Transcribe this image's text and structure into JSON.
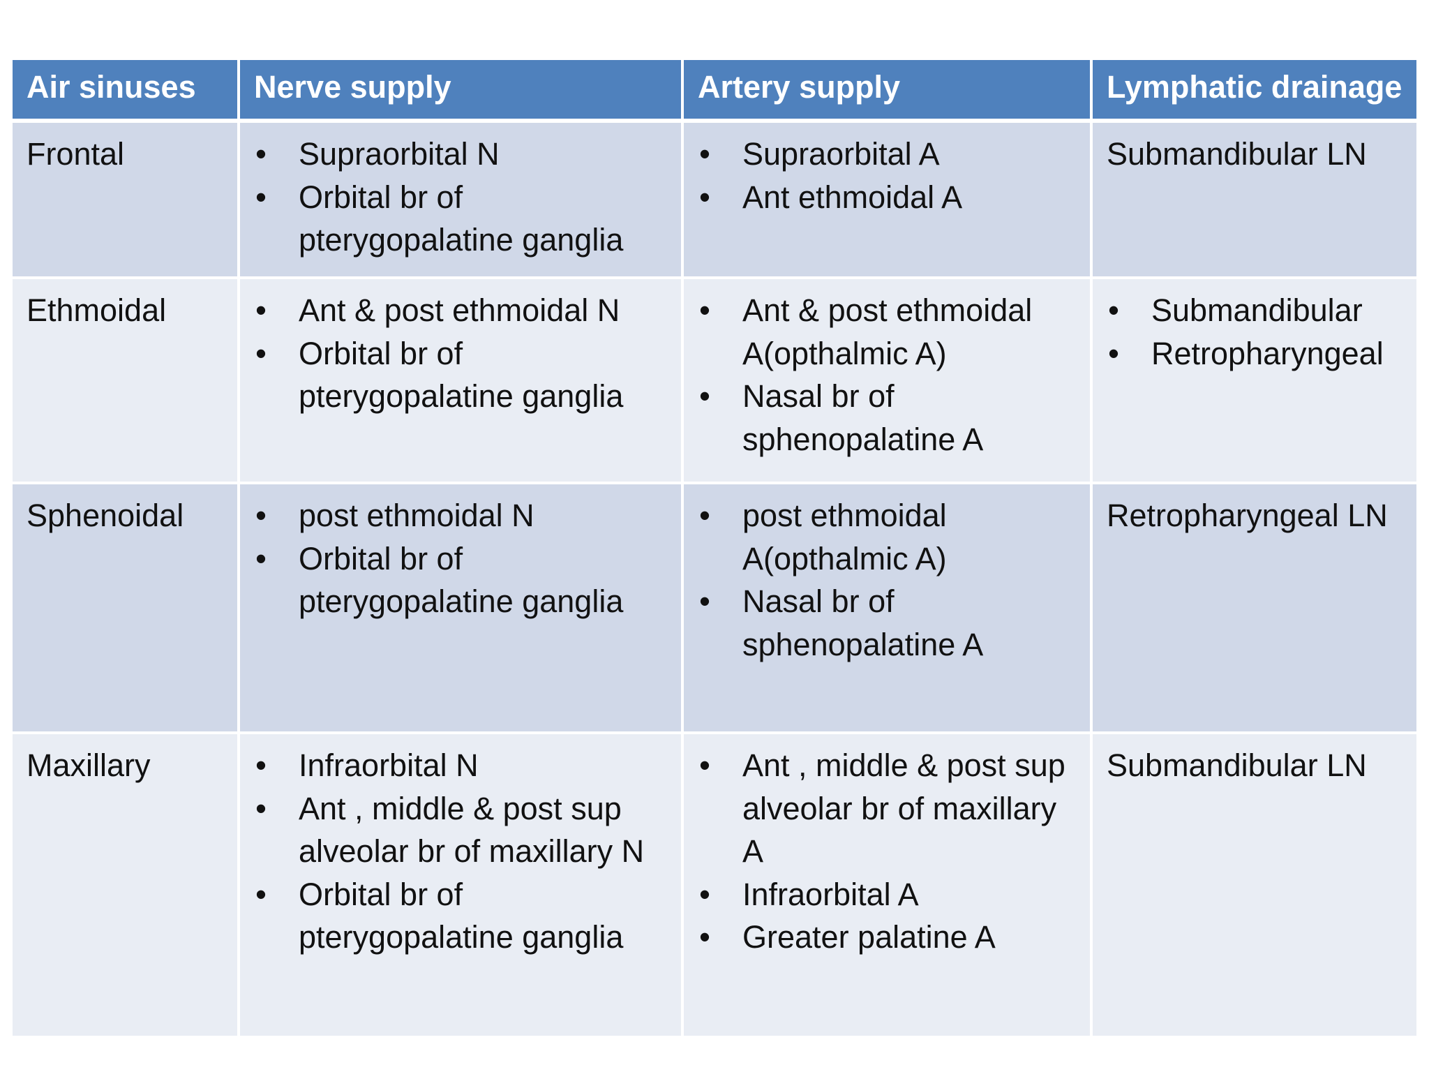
{
  "header": {
    "col1": "Air sinuses",
    "col2": "Nerve supply",
    "col3": "Artery  supply",
    "col4": "Lymphatic drainage"
  },
  "rows": [
    {
      "sinus": "Frontal",
      "nerve": [
        "Supraorbital N",
        "Orbital br of pterygopalatine ganglia"
      ],
      "artery": [
        "Supraorbital A",
        "Ant ethmoidal A"
      ],
      "lymph_text": "Submandibular LN",
      "lymph": []
    },
    {
      "sinus": "Ethmoidal",
      "nerve": [
        "Ant & post ethmoidal N",
        "Orbital br of pterygopalatine ganglia"
      ],
      "artery": [
        "Ant & post ethmoidal A(opthalmic A)",
        "Nasal br of sphenopalatine A"
      ],
      "lymph_text": "",
      "lymph": [
        "Submandibular",
        "Retropharyngeal"
      ]
    },
    {
      "sinus": "Sphenoidal",
      "nerve": [
        "post ethmoidal N",
        "Orbital br of pterygopalatine ganglia"
      ],
      "artery": [
        "post ethmoidal A(opthalmic A)",
        "Nasal br of sphenopalatine A"
      ],
      "lymph_text": "Retropharyngeal LN",
      "lymph": []
    },
    {
      "sinus": "Maxillary",
      "nerve": [
        "Infraorbital N",
        "Ant , middle & post sup alveolar br of maxillary N",
        "Orbital br of pterygopalatine ganglia"
      ],
      "artery": [
        "Ant , middle & post sup alveolar br of maxillary A",
        "Infraorbital A",
        "Greater palatine A"
      ],
      "lymph_text": "Submandibular LN",
      "lymph": []
    }
  ],
  "bullet_glyph": "•"
}
